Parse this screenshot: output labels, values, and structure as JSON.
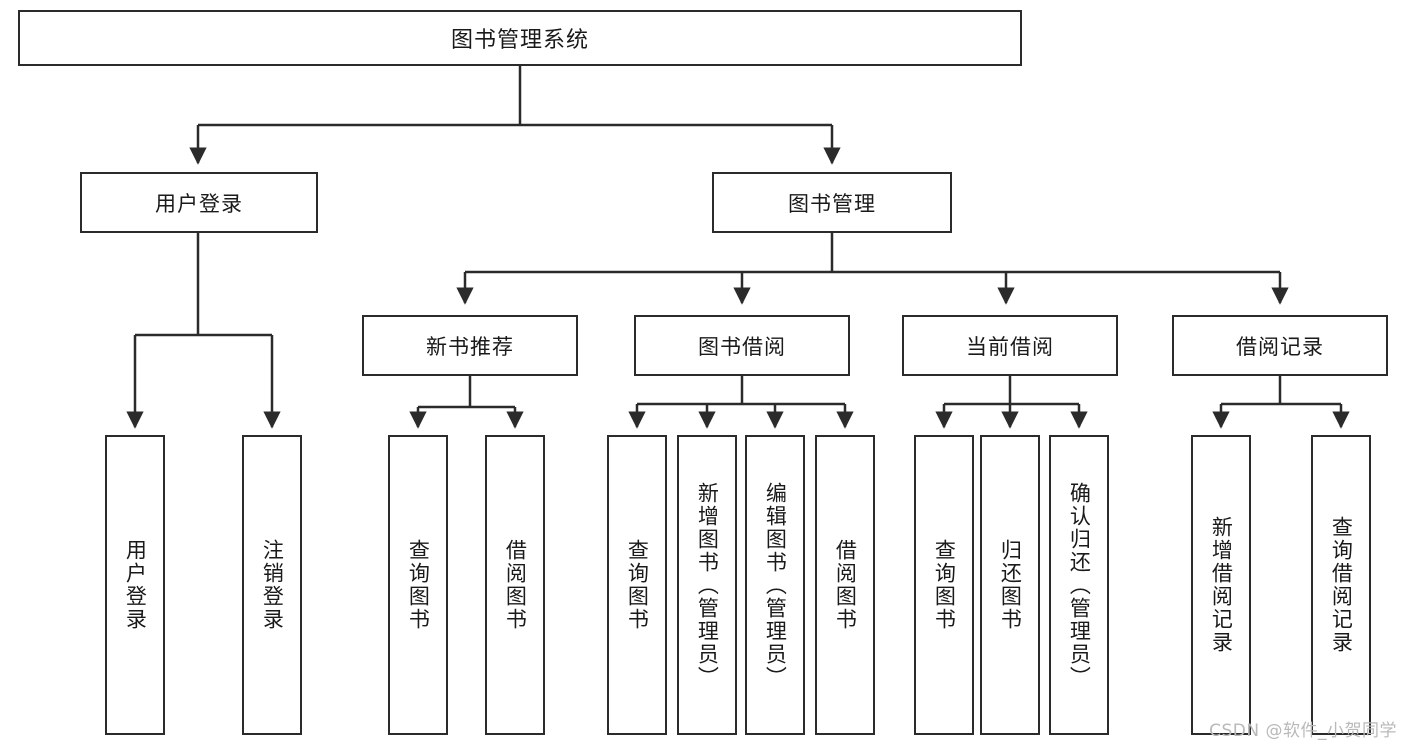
{
  "diagram": {
    "title": "图书管理系统",
    "watermark": "CSDN @软件_小贺同学",
    "colors": {
      "stroke": "#2b2b2b",
      "fill": "#ffffff",
      "text": "#1a1a1a",
      "watermark": "#b9b9b9"
    },
    "levels": {
      "root": {
        "label": "图书管理系统"
      },
      "level2": [
        {
          "label": "用户登录"
        },
        {
          "label": "图书管理"
        }
      ],
      "level3": [
        {
          "label": "新书推荐"
        },
        {
          "label": "图书借阅"
        },
        {
          "label": "当前借阅"
        },
        {
          "label": "借阅记录"
        }
      ],
      "leaves": {
        "user_login": [
          {
            "label": "用户登录"
          },
          {
            "label": "注销登录"
          }
        ],
        "new_books": [
          {
            "label": "查询图书"
          },
          {
            "label": "借阅图书"
          }
        ],
        "book_borrow": [
          {
            "label": "查询图书"
          },
          {
            "label": "新增图书（管理员）"
          },
          {
            "label": "编辑图书（管理员）"
          },
          {
            "label": "借阅图书"
          }
        ],
        "current_borrow": [
          {
            "label": "查询图书"
          },
          {
            "label": "归还图书"
          },
          {
            "label": "确认归还（管理员）"
          }
        ],
        "borrow_records": [
          {
            "label": "新增借阅记录"
          },
          {
            "label": "查询借阅记录"
          }
        ]
      }
    }
  }
}
